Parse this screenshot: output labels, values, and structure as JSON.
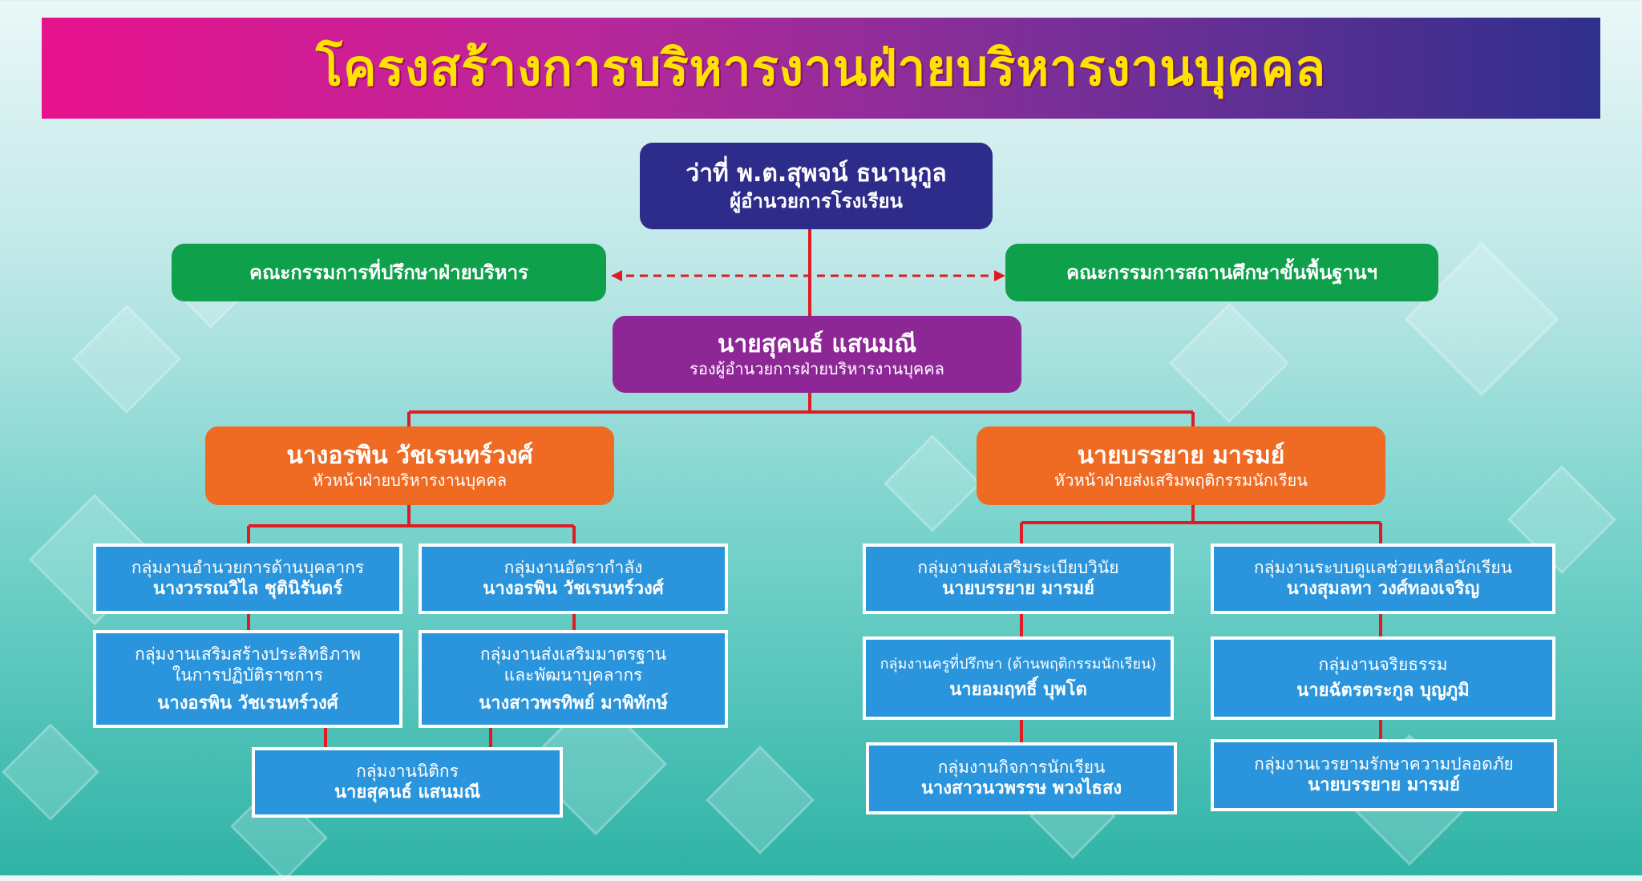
{
  "banner": {
    "title": "โครงสร้างการบริหารงานฝ่ายบริหารงานบุคคล"
  },
  "director": {
    "name": "ว่าที่ พ.ต.สุพจน์ ธนานุกูล",
    "position": "ผู้อำนวยการโรงเรียน"
  },
  "committees": {
    "left": "คณะกรรมการที่ปรึกษาฝ่ายบริหาร",
    "right": "คณะกรรมการสถานศึกษาขั้นพื้นฐานฯ"
  },
  "deputy": {
    "name": "นายสุคนธ์  แสนมณี",
    "position": "รองผู้อำนวยการฝ่ายบริหารงานบุคคล"
  },
  "heads": {
    "left": {
      "name": "นางอรพิน  วัชเรนทร์วงศ์",
      "position": "หัวหน้าฝ่ายบริหารงานบุคคล"
    },
    "right": {
      "name": "นายบรรยาย  มารมย์",
      "position": "หัวหน้าฝ่ายส่งเสริมพฤติกรรมนักเรียน"
    }
  },
  "groups": {
    "admin": {
      "title": "กลุ่มงานอำนวยการด้านบุคลากร",
      "person": "นางวรรณวิไล  ชุตินิรันดร์"
    },
    "manpower": {
      "title": "กลุ่มงานอัตรากำลัง",
      "person": "นางอรพิน  วัชเรนทร์วงศ์"
    },
    "efficiency": {
      "title1": "กลุ่มงานเสริมสร้างประสิทธิภาพ",
      "title2": "ในการปฏิบัติราชการ",
      "person": "นางอรพิน  วัชเรนทร์วงศ์"
    },
    "standards": {
      "title1": "กลุ่มงานส่งเสริมมาตรฐาน",
      "title2": "และพัฒนาบุคลากร",
      "person": "นางสาวพรทิพย์ มาพิทักษ์"
    },
    "legal": {
      "title": "กลุ่มงานนิติกร",
      "person": "นายสุคนธ์  แสนมณี"
    },
    "discipline": {
      "title": "กลุ่มงานส่งเสริมระเบียบวินัย",
      "person": "นายบรรยาย  มารมย์"
    },
    "advisor": {
      "title": "กลุ่มงานครูที่ปรึกษา (ด้านพฤติกรรมนักเรียน)",
      "person": "นายอมฤทธิ์  บุพโต"
    },
    "activities": {
      "title": "กลุ่มงานกิจการนักเรียน",
      "person": "นางสาวนวพรรษ พวงไธสง"
    },
    "support": {
      "title": "กลุ่มงานระบบดูแลช่วยเหลือนักเรียน",
      "person": "นางสุมลทา  วงศ์ทองเจริญ"
    },
    "ethics": {
      "title": "กลุ่มงานจริยธรรม",
      "person": "นายฉัตรตระกูล บุญภูมิ"
    },
    "safety": {
      "title": "กลุ่มงานเวรยามรักษาความปลอดภัย",
      "person": "นายบรรยาย  มารมย์"
    }
  },
  "colors": {
    "line": "#e01b24",
    "banner_text": "#ffe200",
    "director_box": "#2e2c8a",
    "committee_box": "#0fa04b",
    "deputy_box": "#8e2796",
    "head_box": "#ef6a23",
    "group_box": "#2a95dc"
  }
}
